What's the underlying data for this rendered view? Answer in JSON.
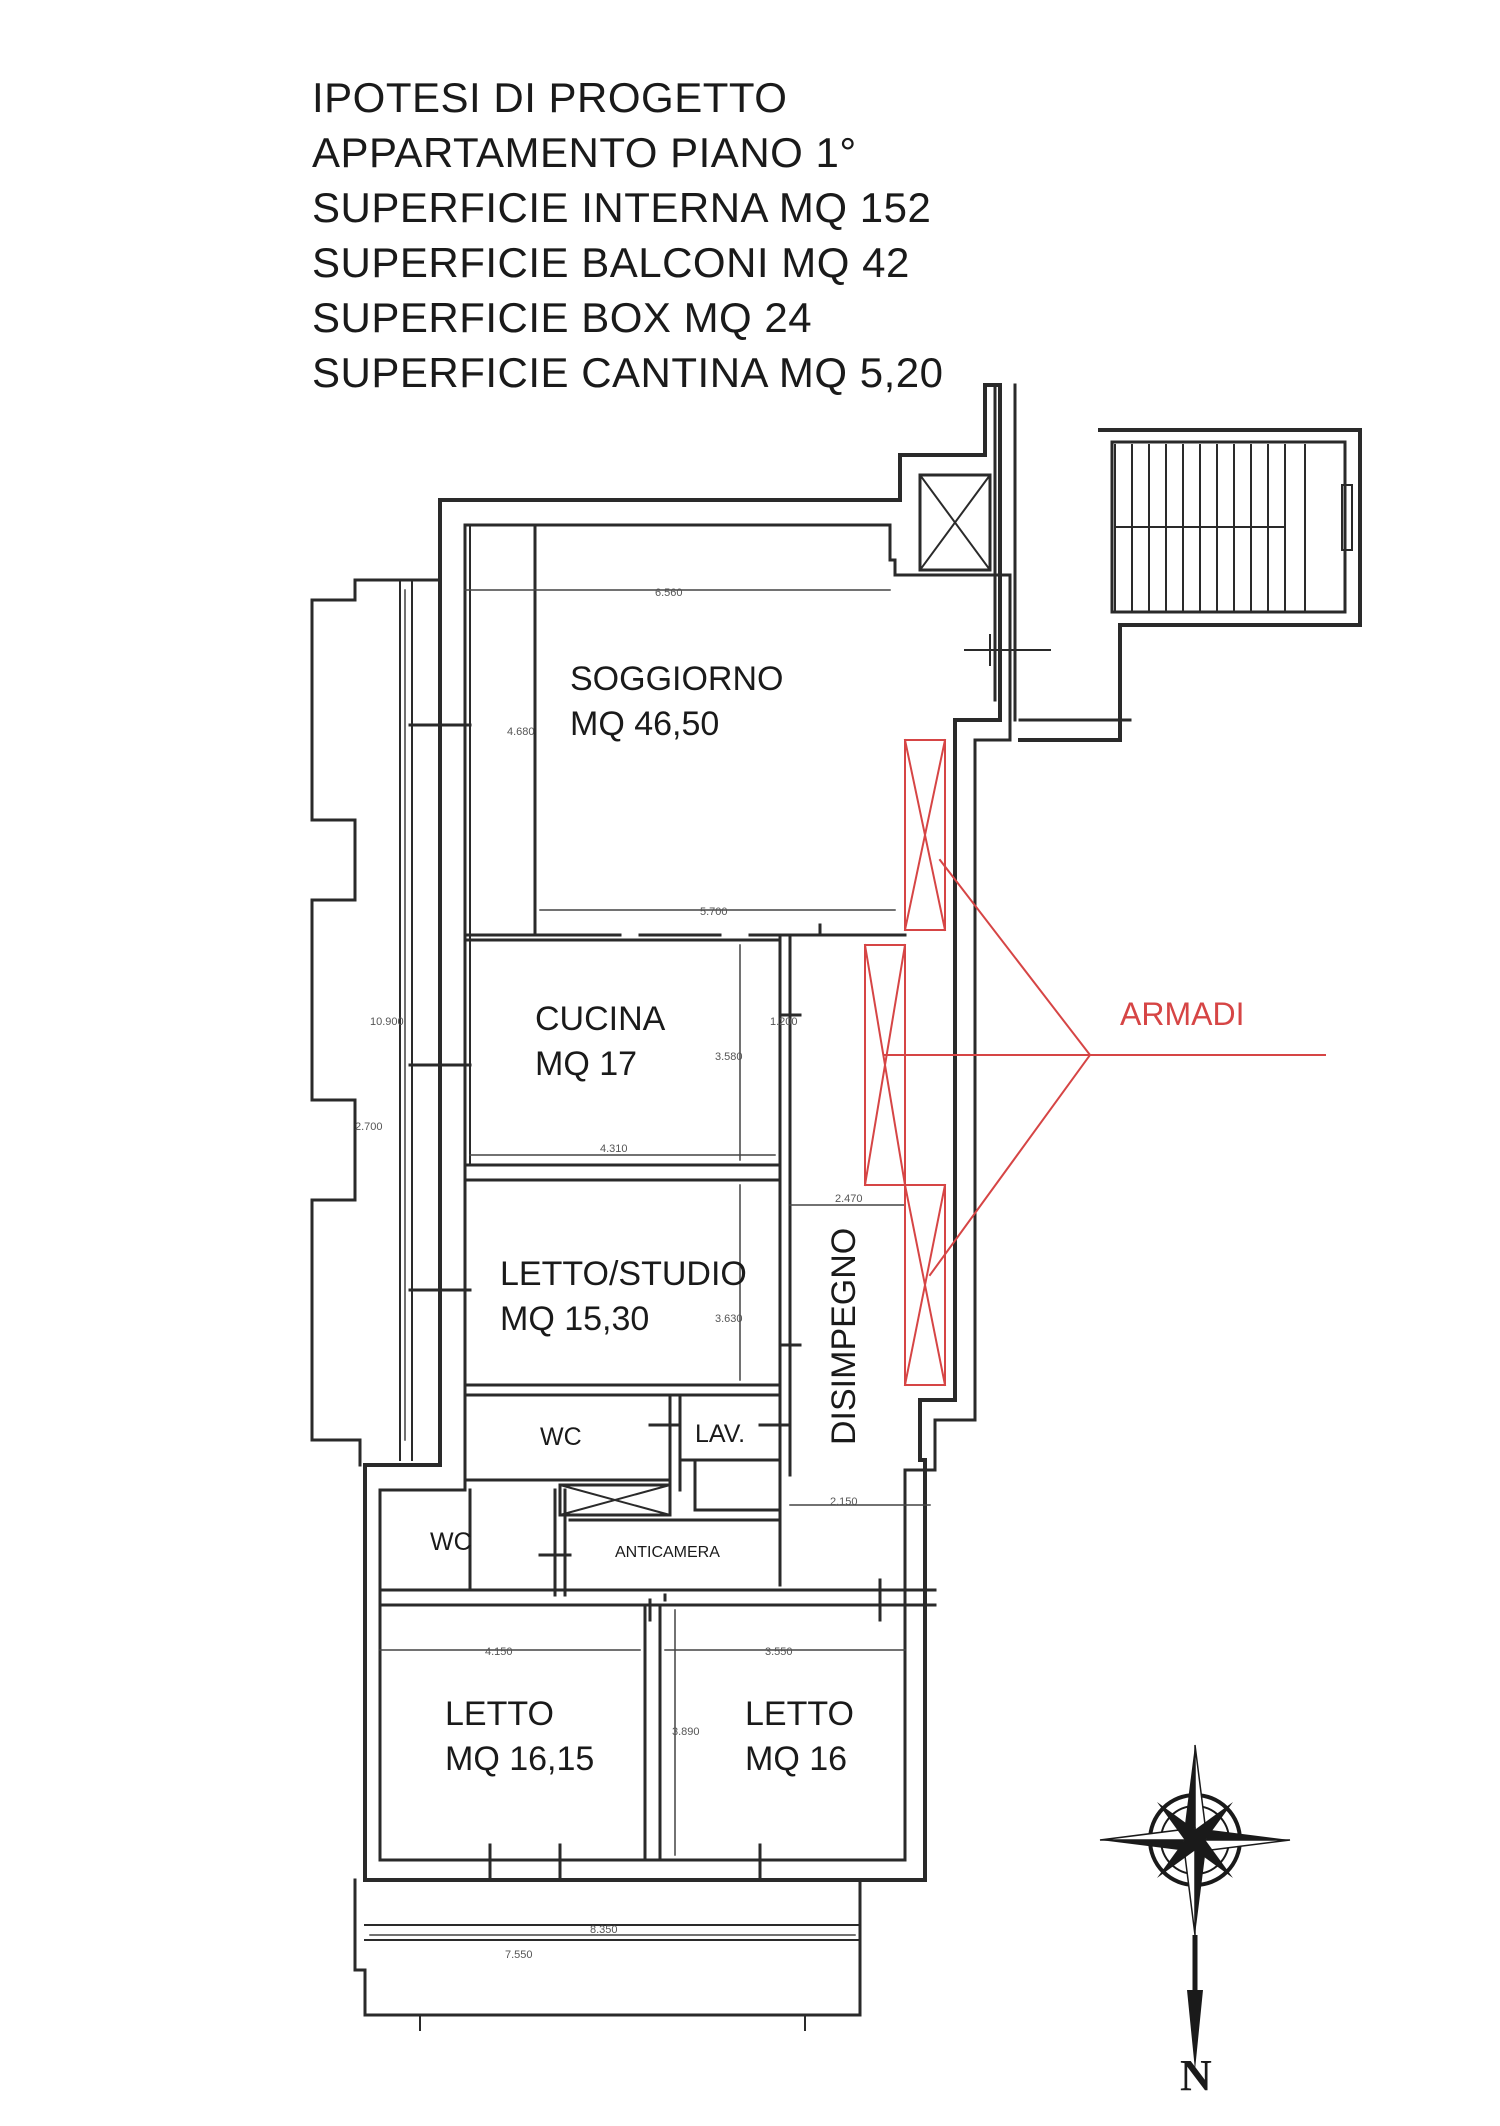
{
  "header": {
    "lines": [
      "IPOTESI DI PROGETTO",
      "APPARTAMENTO PIANO 1°",
      "SUPERFICIE INTERNA MQ 152",
      "SUPERFICIE BALCONI MQ 42",
      "SUPERFICIE BOX MQ 24",
      "SUPERFICIE CANTINA MQ 5,20"
    ]
  },
  "rooms": {
    "soggiorno": {
      "name": "SOGGIORNO",
      "area": "MQ 46,50"
    },
    "cucina": {
      "name": "CUCINA",
      "area": "MQ 17"
    },
    "letto_studio": {
      "name": "LETTO/STUDIO",
      "area": "MQ 15,30"
    },
    "wc_1": {
      "name": "WC"
    },
    "lav": {
      "name": "LAV."
    },
    "disimpegno": {
      "name": "DISIMPEGNO"
    },
    "wc_2": {
      "name": "WC"
    },
    "anticamera": {
      "name": "ANTICAMERA"
    },
    "letto_1": {
      "name": "LETTO",
      "area": "MQ 16,15"
    },
    "letto_2": {
      "name": "LETTO",
      "area": "MQ 16"
    }
  },
  "annotation": {
    "label": "ARMADI",
    "color": "#d64545"
  },
  "compass": {
    "label": "N"
  },
  "dimensions": {
    "soggiorno_width": "6.560",
    "soggiorno_depth": "4.680",
    "soggiorno_lower": "5.700",
    "cucina_h": "3.580",
    "cucina_w": "4.310",
    "dis_small": "1.200",
    "left_total": "10.900",
    "left_small": "2.700",
    "disimpegno_w": "2.470",
    "studio_h": "3.630",
    "anti_w": "2.150",
    "letto1_w": "4.150",
    "letto2_w": "3.550",
    "letto_h": "3.890",
    "balcony_outer": "8.350",
    "balcony_inner": "7.550"
  }
}
